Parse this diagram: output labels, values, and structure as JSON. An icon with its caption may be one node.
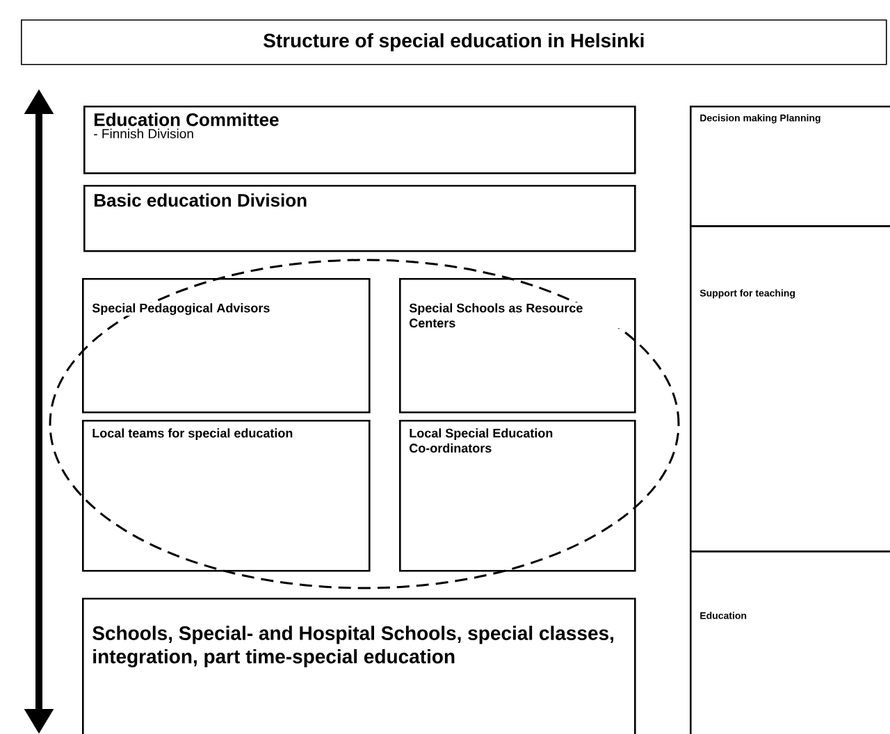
{
  "diagram": {
    "title": "Structure of special education in Helsinki",
    "nodes": [
      {
        "text": [
          "Education Committee",
          "- Finnish Division"
        ]
      },
      {
        "text": [
          "Basic education Division"
        ]
      },
      {
        "text": [
          "Special Pedagogical Advisors"
        ]
      },
      {
        "text": [
          "Special Schools as Resource Centers"
        ]
      },
      {
        "text": [
          "Local teams for special education"
        ]
      },
      {
        "text": [
          "Local Special Education Co-ordinators"
        ]
      },
      {
        "text": [
          "Schools, Special- and Hospital Schools, special classes, integration, part time-special education"
        ]
      },
      {
        "text": [
          "Decision making Planning"
        ]
      },
      {
        "text": [
          "Support for teaching"
        ]
      },
      {
        "text": [
          "Education"
        ]
      }
    ]
  }
}
